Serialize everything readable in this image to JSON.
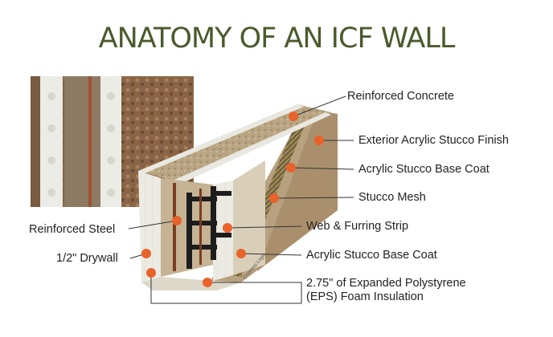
{
  "title": "ANATOMY OF AN ICF WALL",
  "colors": {
    "title": "#4b5a2c",
    "marker": "#e8632a",
    "leader": "#333333"
  },
  "labels": {
    "reinforced_concrete": "Reinforced Concrete",
    "exterior_finish": "Exterior Acrylic Stucco Finish",
    "base_coat_upper": "Acrylic Stucco Base Coat",
    "stucco_mesh": "Stucco Mesh",
    "web_furring": "Web & Furring Strip",
    "base_coat_lower": "Acrylic Stucco Base Coat",
    "eps_line1": "2.75\" of Expanded Polystyrene",
    "eps_line2": "(EPS) Foam Insulation",
    "reinforced_steel": "Reinforced Steel",
    "drywall": "1/2\" Drywall"
  },
  "watermark": "Courtesy Logix"
}
